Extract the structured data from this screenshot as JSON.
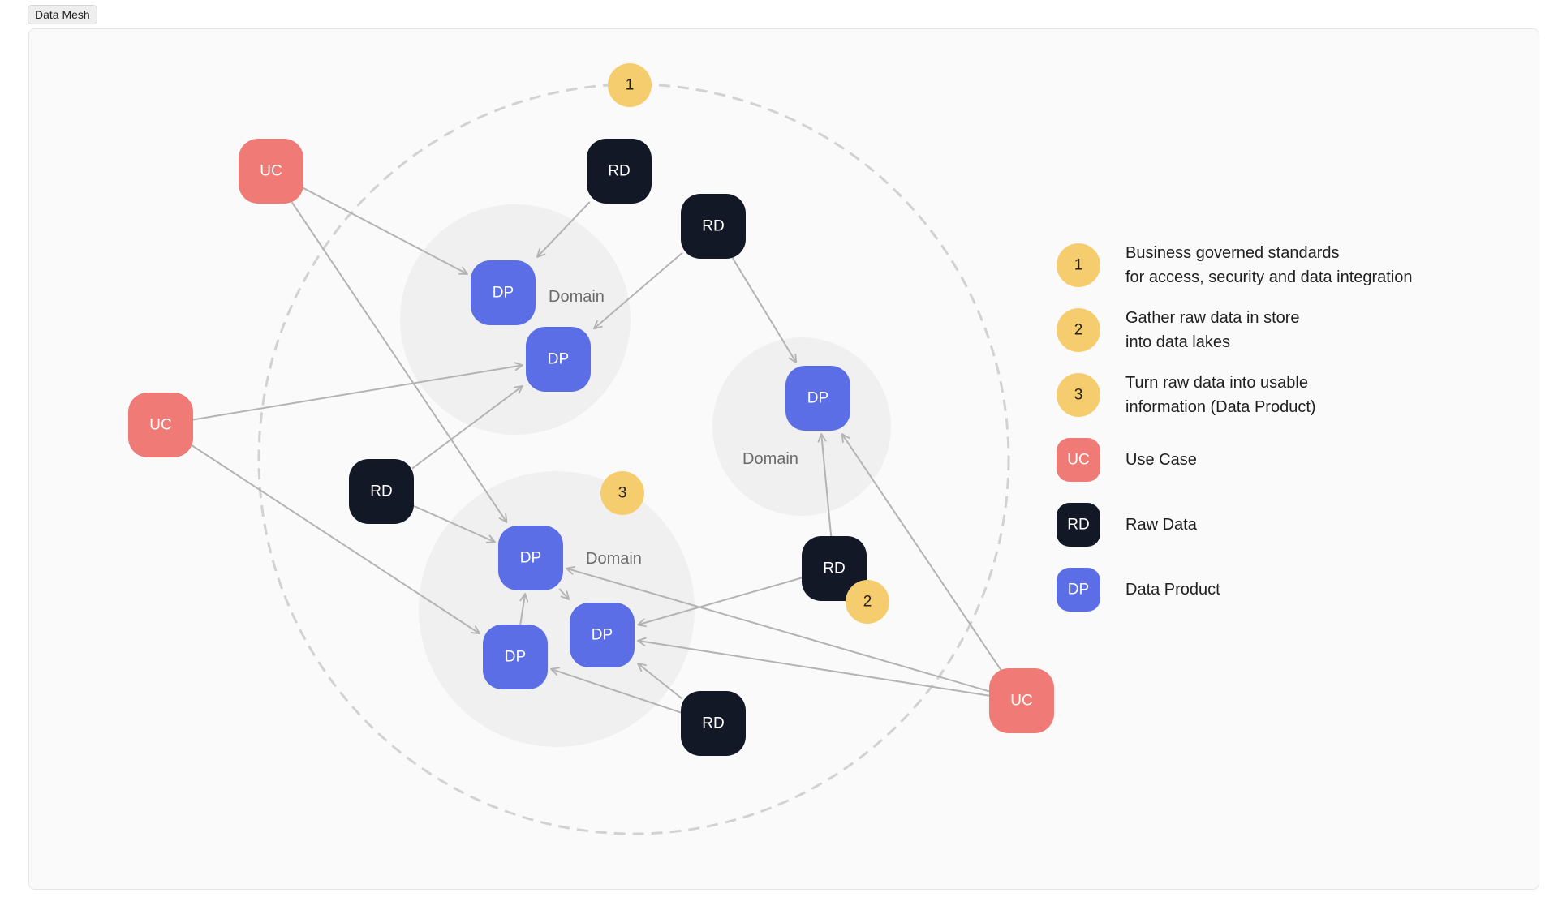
{
  "frame": {
    "title": "Data Mesh"
  },
  "colors": {
    "use_case": "#f07a76",
    "raw_data": "#121826",
    "data_product": "#5b6ee6",
    "badge": "#f6cd6e",
    "domain_bg": "#f0f0f0",
    "edge": "#b3b3b3"
  },
  "nodes": [
    {
      "id": "uc1",
      "type": "use_case",
      "label": "UC"
    },
    {
      "id": "uc2",
      "type": "use_case",
      "label": "UC"
    },
    {
      "id": "uc3",
      "type": "use_case",
      "label": "UC"
    },
    {
      "id": "rd1",
      "type": "raw_data",
      "label": "RD"
    },
    {
      "id": "rd2",
      "type": "raw_data",
      "label": "RD"
    },
    {
      "id": "rd3",
      "type": "raw_data",
      "label": "RD"
    },
    {
      "id": "rd4",
      "type": "raw_data",
      "label": "RD"
    },
    {
      "id": "rd5",
      "type": "raw_data",
      "label": "RD"
    },
    {
      "id": "dp1",
      "type": "data_product",
      "label": "DP"
    },
    {
      "id": "dp2",
      "type": "data_product",
      "label": "DP"
    },
    {
      "id": "dp3",
      "type": "data_product",
      "label": "DP"
    },
    {
      "id": "dp4",
      "type": "data_product",
      "label": "DP"
    },
    {
      "id": "dp5",
      "type": "data_product",
      "label": "DP"
    },
    {
      "id": "dp6",
      "type": "data_product",
      "label": "DP"
    }
  ],
  "edges": [
    {
      "from": "uc1",
      "to": "dp1"
    },
    {
      "from": "uc1",
      "to": "dp4"
    },
    {
      "from": "rd1",
      "to": "dp1"
    },
    {
      "from": "rd2",
      "to": "dp2"
    },
    {
      "from": "rd2",
      "to": "dp3"
    },
    {
      "from": "uc2",
      "to": "dp2"
    },
    {
      "from": "uc2",
      "to": "dp6"
    },
    {
      "from": "rd3",
      "to": "dp2"
    },
    {
      "from": "rd3",
      "to": "dp4"
    },
    {
      "from": "dp6",
      "to": "dp4"
    },
    {
      "from": "dp4",
      "to": "dp5"
    },
    {
      "from": "rd4",
      "to": "dp3"
    },
    {
      "from": "rd4",
      "to": "dp5"
    },
    {
      "from": "rd5",
      "to": "dp5"
    },
    {
      "from": "rd5",
      "to": "dp6"
    },
    {
      "from": "uc3",
      "to": "dp3"
    },
    {
      "from": "uc3",
      "to": "dp4"
    },
    {
      "from": "uc3",
      "to": "dp5"
    }
  ],
  "domains": [
    {
      "id": "domain-top",
      "label": "Domain"
    },
    {
      "id": "domain-right",
      "label": "Domain"
    },
    {
      "id": "domain-bottom",
      "label": "Domain"
    }
  ],
  "badges": [
    {
      "id": "b1",
      "label": "1"
    },
    {
      "id": "b2",
      "label": "2"
    },
    {
      "id": "b3",
      "label": "3"
    }
  ],
  "legend": [
    {
      "marker": "1",
      "kind": "badge",
      "lines": [
        "Business governed standards",
        "for access, security and data integration"
      ]
    },
    {
      "marker": "2",
      "kind": "badge",
      "lines": [
        "Gather raw data in store",
        "into data lakes"
      ]
    },
    {
      "marker": "3",
      "kind": "badge",
      "lines": [
        "Turn raw data into usable",
        "information (Data Product)"
      ]
    },
    {
      "marker": "UC",
      "kind": "use_case",
      "lines": [
        "Use Case"
      ]
    },
    {
      "marker": "RD",
      "kind": "raw_data",
      "lines": [
        "Raw Data"
      ]
    },
    {
      "marker": "DP",
      "kind": "data_product",
      "lines": [
        "Data Product"
      ]
    }
  ]
}
